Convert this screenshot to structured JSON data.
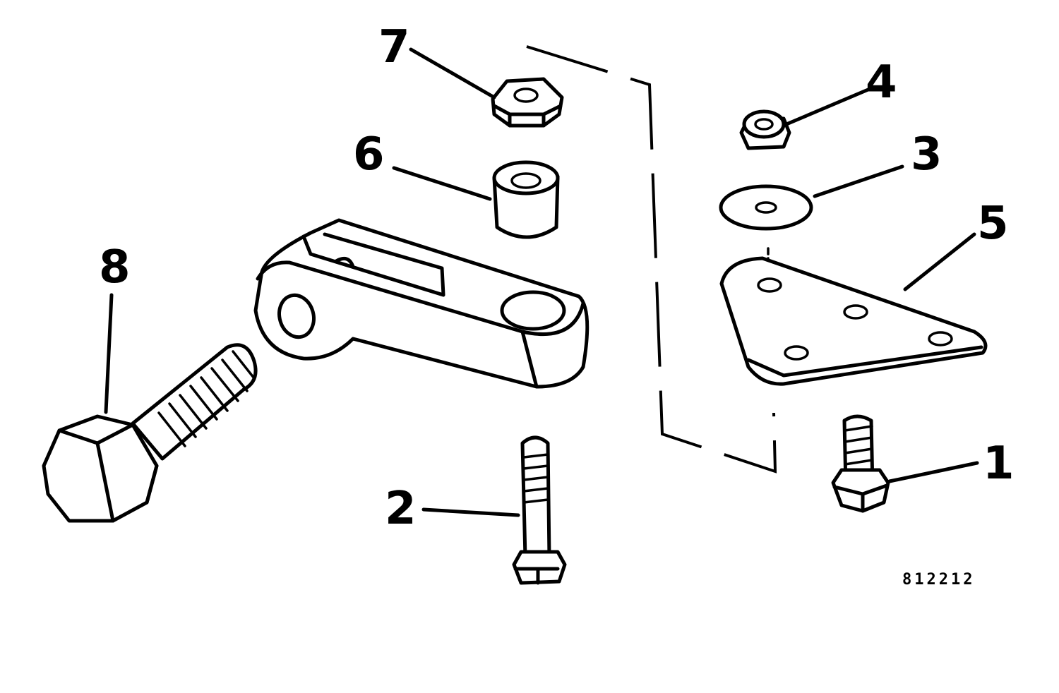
{
  "callouts": {
    "c1": "1",
    "c2": "2",
    "c3": "3",
    "c4": "4",
    "c5": "5",
    "c6": "6",
    "c7": "7",
    "c8": "8"
  },
  "figure_number": "812212"
}
